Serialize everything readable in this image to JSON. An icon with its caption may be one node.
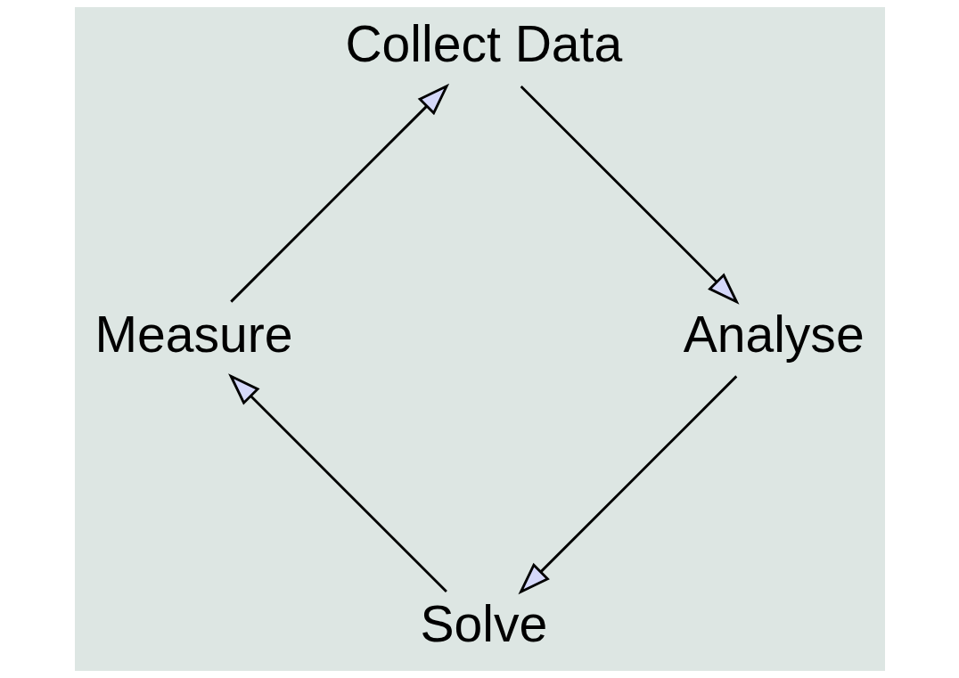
{
  "diagram": {
    "nodes": [
      {
        "text": [
          "Solve"
        ]
      },
      {
        "text": [
          "Measure"
        ]
      },
      {
        "text": [
          "Collect Data"
        ]
      },
      {
        "text": [
          "Analyse"
        ]
      }
    ],
    "edges": [
      {
        "from": 3,
        "to": 0,
        "arrow": "to"
      },
      {
        "from": 0,
        "to": 1,
        "arrow": "to"
      },
      {
        "from": 1,
        "to": 2,
        "arrow": "to"
      },
      {
        "from": 2,
        "to": 3,
        "arrow": "to"
      }
    ]
  }
}
